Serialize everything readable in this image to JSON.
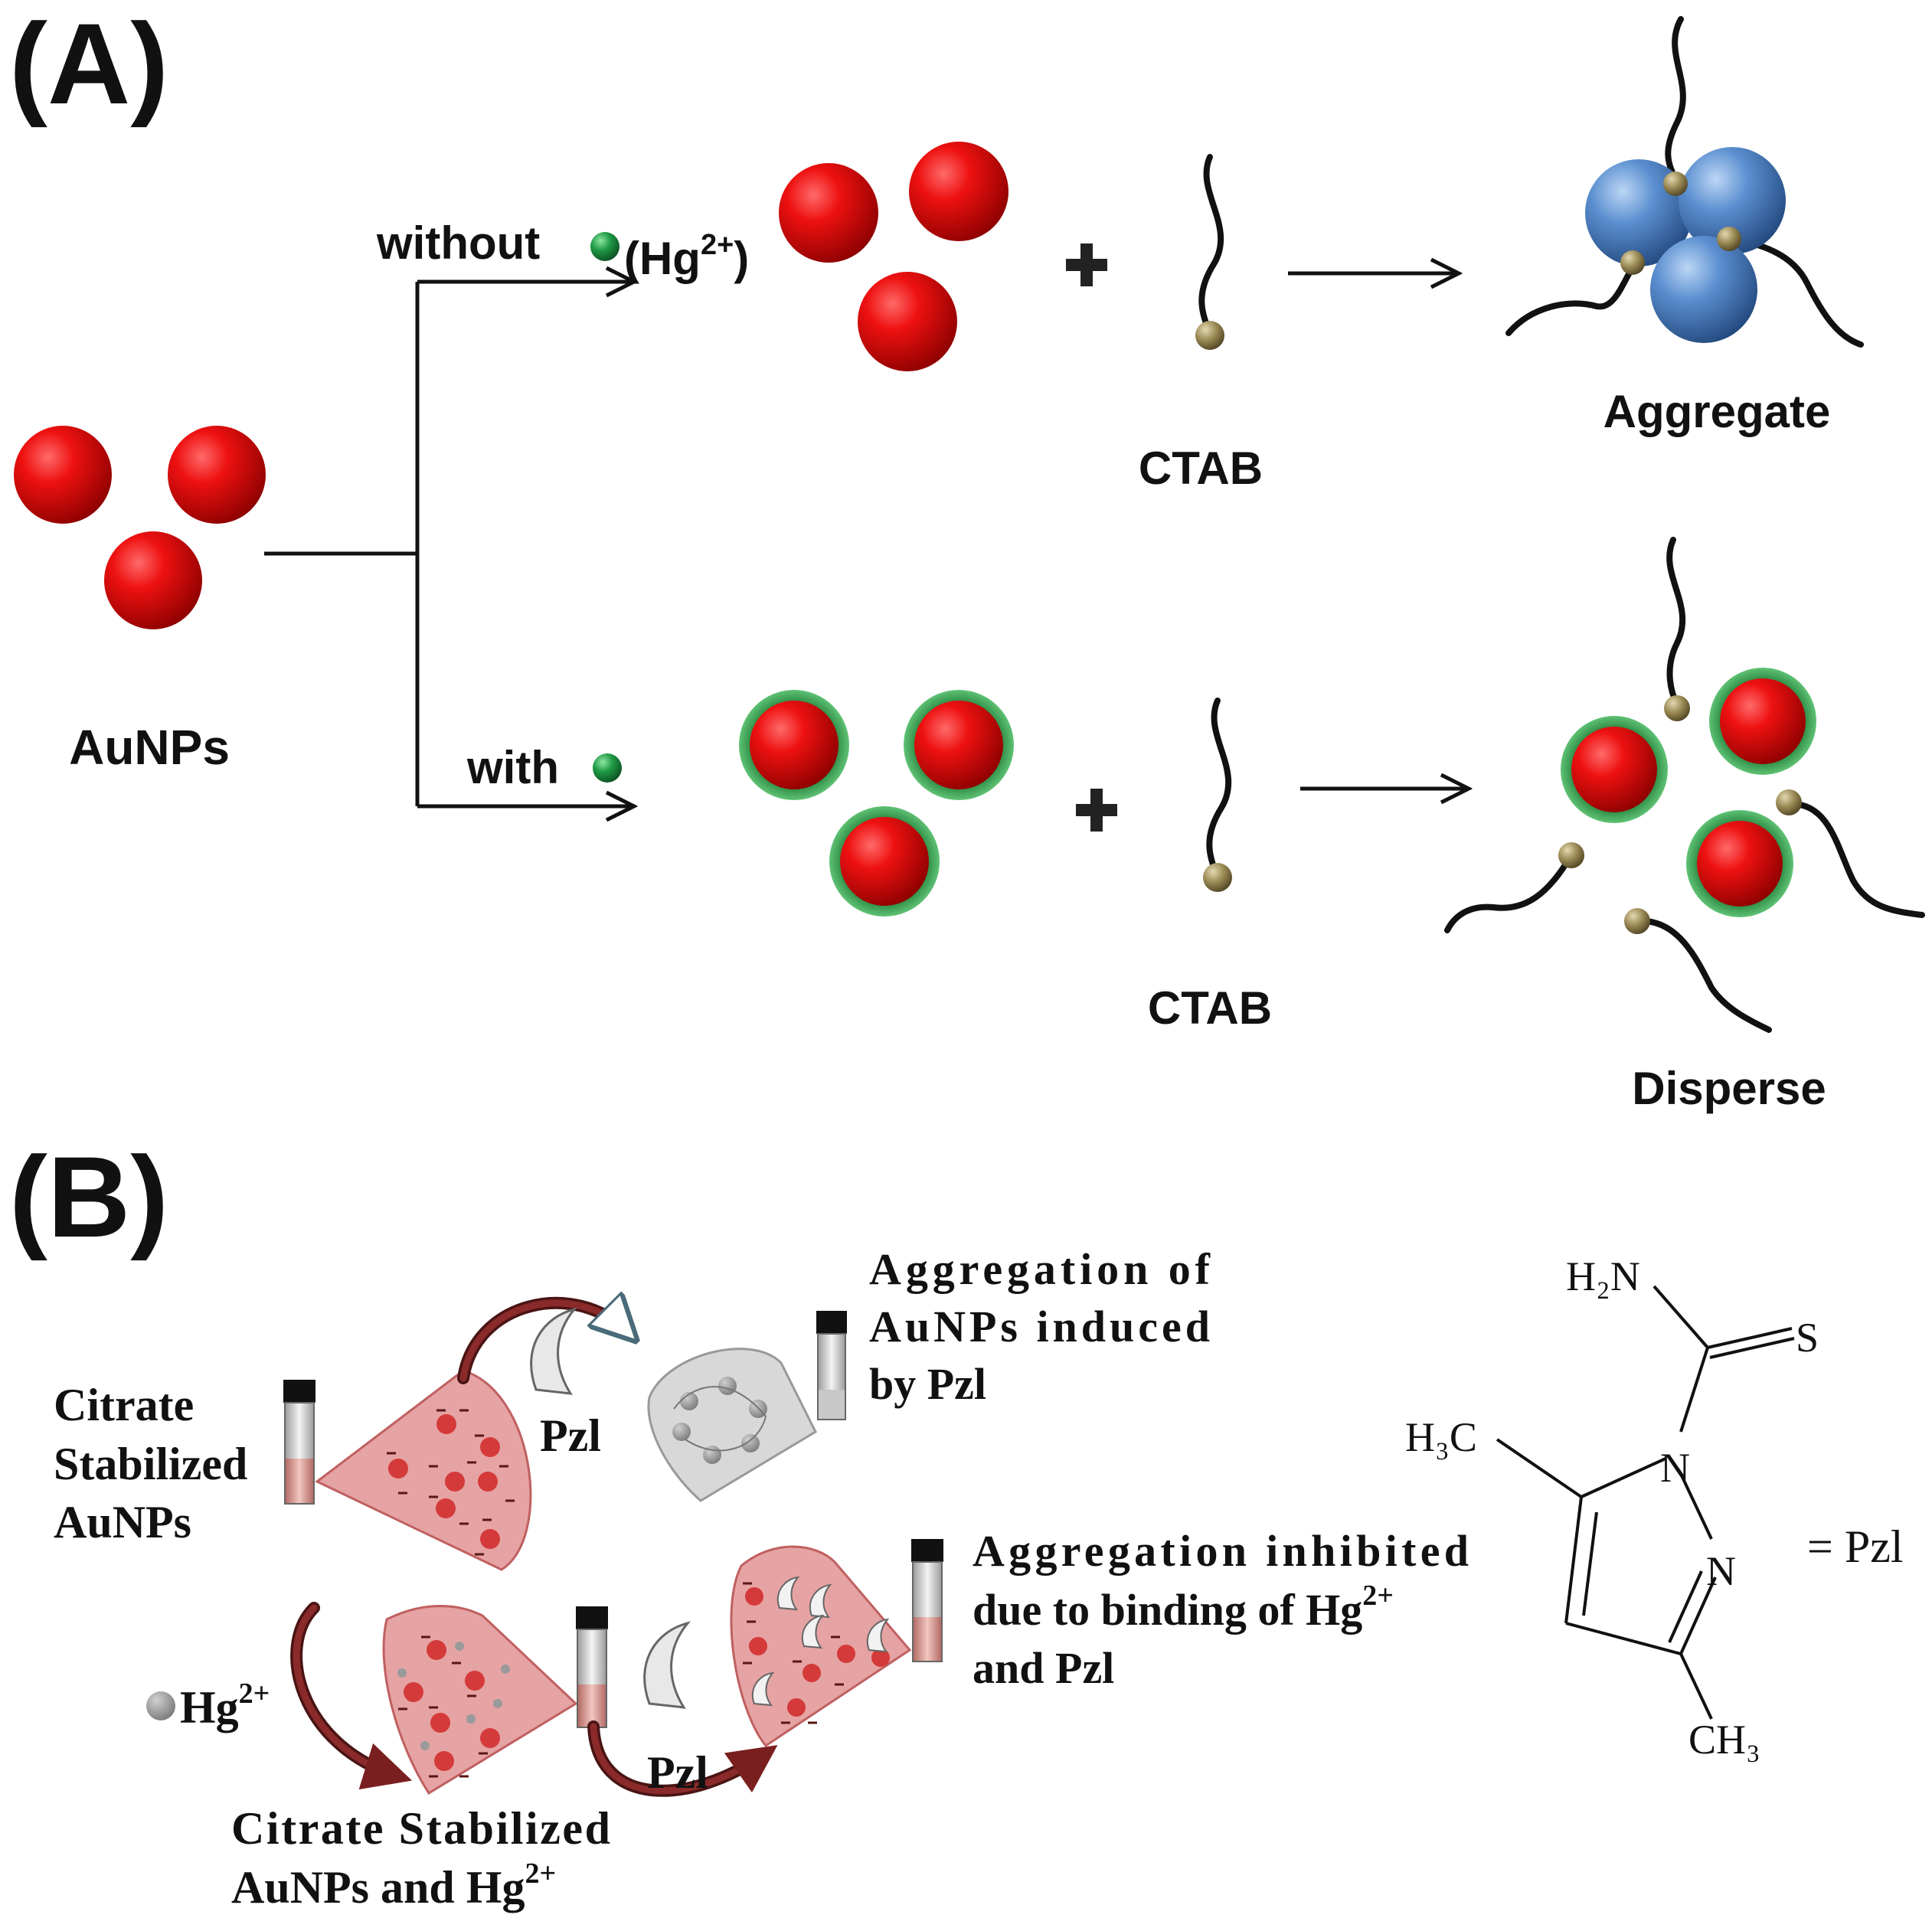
{
  "panel_a": {
    "label": "(A)",
    "start_label": "AuNPs",
    "top_branch_label": "without",
    "top_branch_ion": "(Hg",
    "top_branch_ion_charge": "2+",
    "top_branch_ion_close": ")",
    "bottom_branch_label": "with",
    "plus_sign": "+",
    "reagent_label_top": "CTAB",
    "reagent_label_bottom": "CTAB",
    "result_top": "Aggregate",
    "result_bottom": "Disperse"
  },
  "panel_b": {
    "label": "(B)",
    "left_label": [
      "Citrate",
      "Stabilized",
      "AuNPs"
    ],
    "pzl_label_top": "Pzl",
    "top_result": [
      "Aggregation of",
      "AuNPs induced",
      "by Pzl"
    ],
    "hg_label": "Hg",
    "hg_charge": "2+",
    "pzl_label_bottom": "Pzl",
    "bottom_caption_line1": "Citrate Stabilized",
    "bottom_caption_line2": "AuNPs and Hg",
    "bottom_caption_charge": "2+",
    "bottom_result_line1": "Aggregation inhibited",
    "bottom_result_line2": "due to binding of Hg",
    "bottom_result_line2_charge": "2+",
    "bottom_result_line3": "and Pzl"
  },
  "structure": {
    "nh2": "H₂N",
    "s": "S",
    "n1": "N",
    "n2": "N",
    "h3c": "H₃C",
    "ch3": "CH₃",
    "equals_label": "= Pzl"
  },
  "colors": {
    "gold_nanoparticle": "#d40000",
    "aggregated_particle": "#4a7fc0",
    "hg_ion": "#1f9a45",
    "ctab_head": "#9b8a55",
    "shell": "#36a14a",
    "flask": "#e6a3a3"
  }
}
